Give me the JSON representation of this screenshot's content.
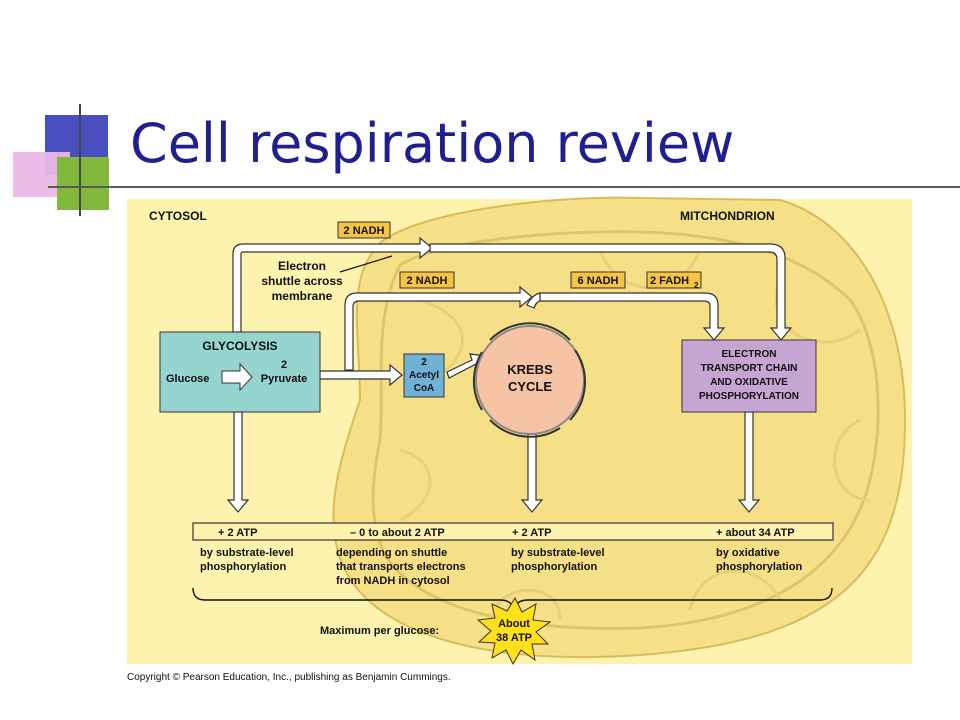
{
  "slide": {
    "title": "Cell respiration review",
    "copyright": "Copyright © Pearson Education, Inc., publishing as Benjamin Cummings."
  },
  "diagram": {
    "regions": {
      "cytosol": "CYTOSOL",
      "mitochondrion": "MITCHONDRION"
    },
    "shuttle_label": [
      "Electron",
      "shuttle across",
      "membrane"
    ],
    "carriers": {
      "nadh_top": "2 NADH",
      "nadh_mid": "2 NADH",
      "nadh_krebs": "6 NADH",
      "fadh2": "2 FADH",
      "fadh2_sub": "2"
    },
    "glycolysis": {
      "title": "GLYCOLYSIS",
      "input": "Glucose",
      "output_count": "2",
      "output": "Pyruvate"
    },
    "acetyl_coa": [
      "2",
      "Acetyl",
      "CoA"
    ],
    "krebs": [
      "KREBS",
      "CYCLE"
    ],
    "etc": [
      "ELECTRON",
      "TRANSPORT CHAIN",
      "AND OXIDATIVE",
      "PHOSPHORYLATION"
    ],
    "atp_yields": [
      {
        "amount": "+ 2  ATP",
        "note": [
          "by substrate-level",
          "phosphorylation"
        ]
      },
      {
        "amount": "– 0 to about 2 ATP",
        "note": [
          "depending on shuttle",
          "that transports electrons",
          "from NADH in cytosol"
        ]
      },
      {
        "amount": "+ 2  ATP",
        "note": [
          "by substrate-level",
          "phosphorylation"
        ]
      },
      {
        "amount": "+ about 34 ATP",
        "note": [
          "by oxidative",
          "phosphorylation"
        ]
      }
    ],
    "total_label": "Maximum per glucose:",
    "total_value": [
      "About",
      "38 ATP"
    ]
  },
  "colors": {
    "title": "#1f1f8f",
    "panel": "#fdf2ae",
    "mitochondrion": "#f6e087",
    "glycolysis_box": "#96d4cf",
    "krebs": "#f7c3a5",
    "etc_box": "#c7a5d2",
    "acetyl_box": "#6fb2d6",
    "carrier_tag": "#f6c444",
    "burst": "#ffe01a"
  }
}
